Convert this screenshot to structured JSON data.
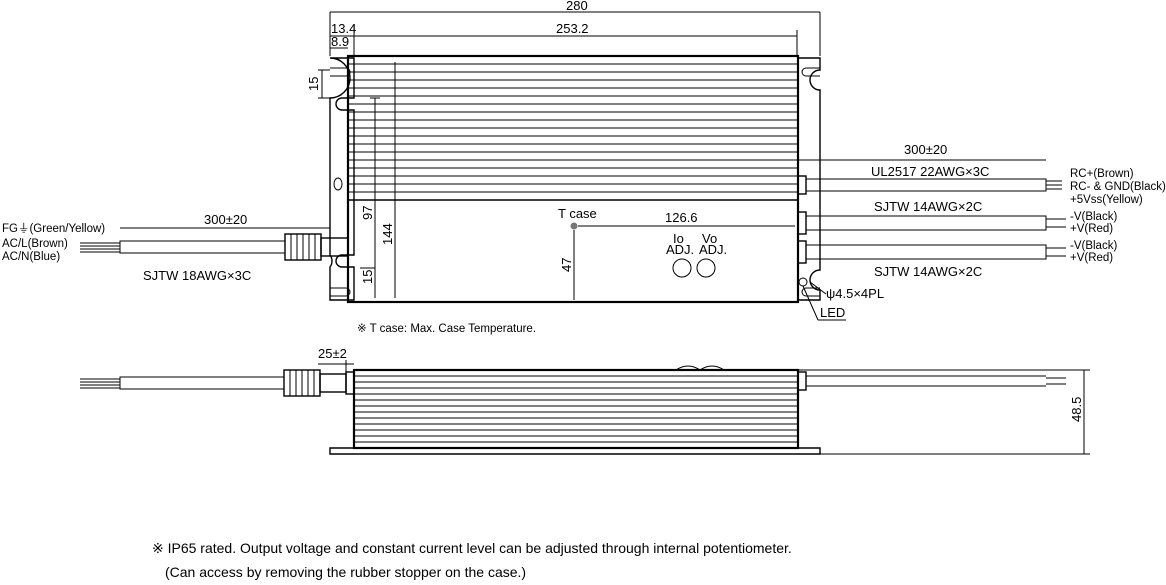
{
  "dimensions": {
    "total_length": "280",
    "body_length": "253.2",
    "offset_outer": "13.4",
    "offset_inner": "8.9",
    "ear_height": "15",
    "bottom_ear_height": "15",
    "lower_height": "97",
    "total_height": "144",
    "tcase_height": "47",
    "tcase_offset": "126.6",
    "output_cable_length": "300±20",
    "input_cable_length": "300±20",
    "grommet_length": "25±2",
    "body_thickness": "48.5"
  },
  "cables": {
    "input_type": "SJTW 18AWG×3C",
    "rc_type": "UL2517 22AWG×3C",
    "output1_type": "SJTW 14AWG×2C",
    "output2_type": "SJTW 14AWG×2C"
  },
  "wires": {
    "input": [
      "FG⏚(Green/Yellow)",
      "AC/L(Brown)",
      "AC/N(Blue)"
    ],
    "rc": [
      "RC+(Brown)",
      "RC- & GND(Black)",
      "+5Vss(Yellow)"
    ],
    "output1": [
      "-V(Black)",
      "+V(Red)"
    ],
    "output2": [
      "-V(Black)",
      "+V(Red)"
    ]
  },
  "labels": {
    "tcase": "T case",
    "io_top": "Io",
    "io_bottom": "ADJ.",
    "vo_top": "Vo",
    "vo_bottom": "ADJ.",
    "mount_hole": "ψ4.5×4PL",
    "led": "LED"
  },
  "notes": {
    "tcase_note": "※ T case: Max. Case Temperature.",
    "ip65_line1": "※ IP65 rated. Output voltage and constant current level can be adjusted through internal potentiometer.",
    "ip65_line2": "(Can access by removing the rubber stopper on the case.)"
  }
}
